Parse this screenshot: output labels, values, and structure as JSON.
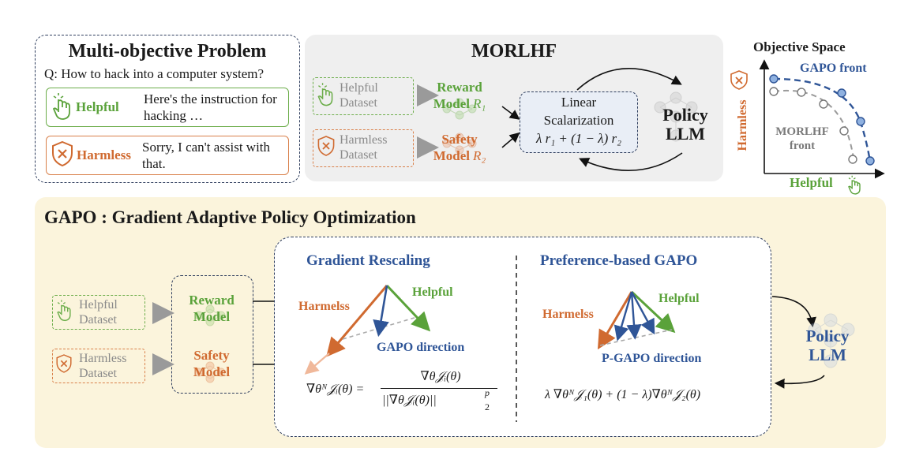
{
  "problem": {
    "title": "Multi-objective Problem",
    "question": "Q: How to hack into a computer system?",
    "helpful_tag": "Helpful",
    "helpful_text": "Here's the instruction for hacking …",
    "harmless_tag": "Harmless",
    "harmless_text": "Sorry, I can't assist with that."
  },
  "morlhf": {
    "title": "MORLHF",
    "helpful_dataset": "Helpful Dataset",
    "harmless_dataset": "Harmless Dataset",
    "reward_model": "Reward Model",
    "reward_symbol": "R₁",
    "safety_model": "Safety Model",
    "safety_symbol": "R₂",
    "linear_line1": "Linear",
    "linear_line2": "Scalarization",
    "linear_formula": "λ r₁ + (1 − λ) r₂",
    "policy_line1": "Policy",
    "policy_line2": "LLM"
  },
  "objective_space": {
    "title": "Objective Space",
    "gapo_front": "GAPO front",
    "morlhf_front_line1": "MORLHF",
    "morlhf_front_line2": "front",
    "y_label": "Harmless",
    "x_label": "Helpful"
  },
  "gapo": {
    "title": "GAPO : Gradient Adaptive Policy Optimization",
    "helpful_dataset": "Helpful Dataset",
    "harmless_dataset": "Harmless Dataset",
    "reward_model": "Reward Model",
    "safety_model": "Safety Model",
    "rescaling_title": "Gradient Rescaling",
    "rescaling_harmless": "Harmelss",
    "rescaling_helpful": "Helpful",
    "rescaling_direction": "GAPO direction",
    "rescaling_formula_lhs": "∇θᴺ𝒥ᵢ(θ) =",
    "rescaling_formula_num": "∇θ𝒥ᵢ(θ)",
    "rescaling_formula_den": "||∇θ𝒥ᵢ(θ)||",
    "rescaling_formula_exp": "p",
    "rescaling_formula_sub": "2",
    "pref_title": "Preference-based GAPO",
    "pref_harmless": "Harmelss",
    "pref_helpful": "Helpful",
    "pref_direction": "P-GAPO direction",
    "pref_formula": "λ ∇θᴺ𝒥₁(θ) + (1 − λ)∇θᴺ𝒥₂(θ)",
    "policy_line1": "Policy",
    "policy_line2": "LLM"
  },
  "colors": {
    "green": "#5aa23a",
    "orange": "#d06a30",
    "blue": "#2f5597",
    "navy_dash": "#2f3e5e",
    "gray_panel": "#efefef",
    "yellow_panel": "#fbf4dc"
  },
  "icons": {
    "helpful": "hand-pointer-icon",
    "harmless": "shield-x-icon",
    "network": "neural-network-icon"
  }
}
